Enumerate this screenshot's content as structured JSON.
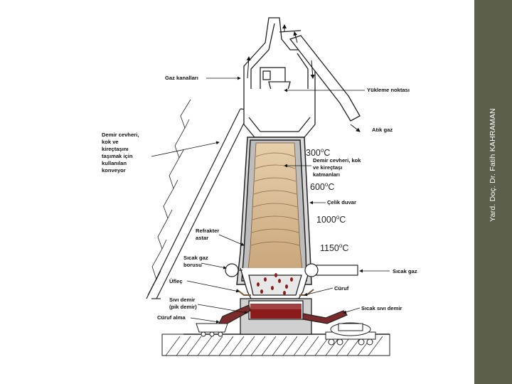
{
  "credit": "Yard. Doç. Dr. Fatih KAHRAMAN",
  "labels": {
    "gaz_kanallari": "Gaz kanalları",
    "yukleme_noktasi": "Yükleme noktası",
    "atik_gaz": "Atık gaz",
    "conveyor": [
      "Demir cevheri,",
      "kok ve",
      "kireçtaşını",
      "taşımak için",
      "kullanılan",
      "konveyor"
    ],
    "layers": [
      "Demir cevheri, kok",
      "ve kireçtaşı",
      "katmanları"
    ],
    "celik_duvar": "Çelik duvar",
    "refrakter": [
      "Refrakter",
      "astar"
    ],
    "sicak_gaz_borusu": [
      "Sıcak gaz",
      "borusu"
    ],
    "sicak_gaz": "Sıcak gaz",
    "urlec": "Üfleç",
    "curuf": "Cüruf",
    "sivi_demir": [
      "Sıvı demir",
      "(pik demir)"
    ],
    "sicak_sivi_demir": "Sıcak sıvı demir",
    "curuf_alma": "Cüruf alma"
  },
  "temperatures": {
    "t300": {
      "value": "300",
      "sup": "o",
      "unit": "C"
    },
    "t600": {
      "value": "600",
      "sup": "o",
      "unit": "C"
    },
    "t1000": {
      "value": "1000",
      "sup": "o",
      "unit": "C"
    },
    "t1150": {
      "value": "1150",
      "sup": "o",
      "unit": "C"
    }
  },
  "colors": {
    "sidebar": "#5c5f4b",
    "charge": "#d4b892",
    "molten_iron": "#8b1a1a",
    "slag": "#7a2a2a"
  }
}
